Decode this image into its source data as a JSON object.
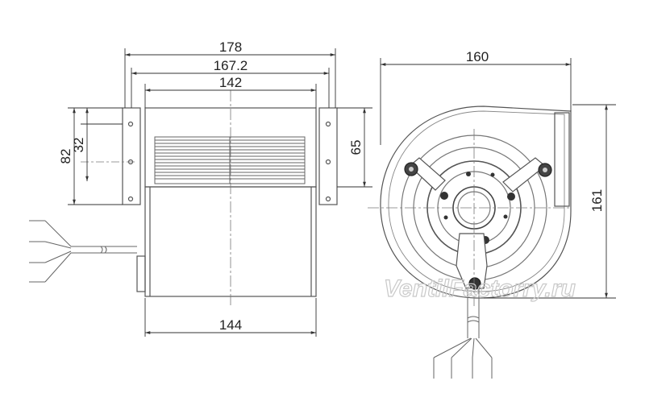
{
  "dimensions": {
    "side_width_overall": "178",
    "side_width_mount": "167.2",
    "side_width_housing": "142",
    "side_height_mount": "82",
    "side_height_hole": "32",
    "side_height_flange": "65",
    "side_width_bottom": "144",
    "front_width": "160",
    "front_height": "161"
  },
  "watermark": "VentilFactorry.ru"
}
